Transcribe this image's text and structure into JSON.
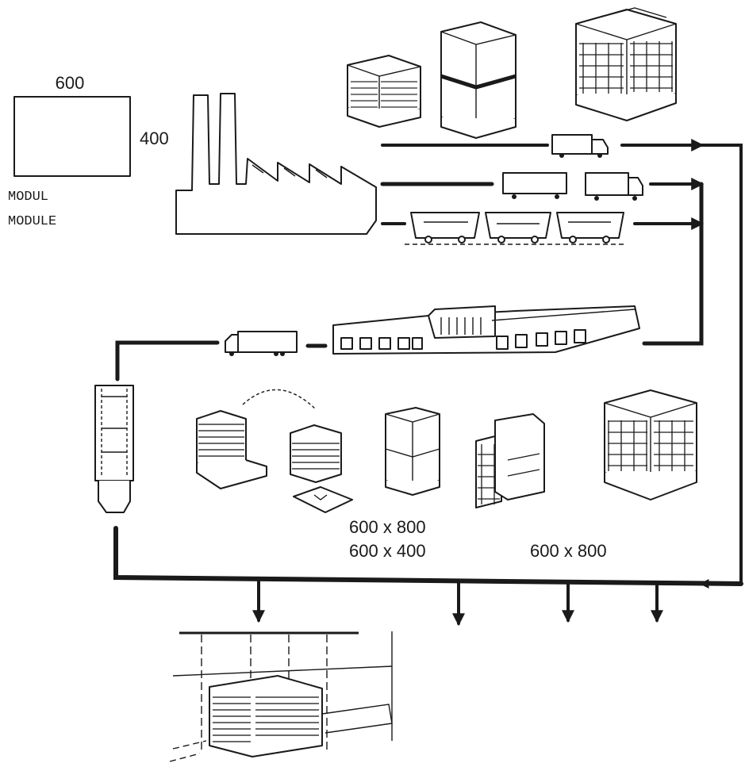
{
  "module": {
    "width_label": "600",
    "height_label": "400",
    "caption_line1": "MODUL",
    "caption_line2": "MODULE"
  },
  "sizes": {
    "combo_line1": "600 x 800",
    "combo_line2": "600 x 400",
    "single": "600 x 800"
  },
  "colors": {
    "ink": "#1a1a1a",
    "paper": "#ffffff"
  }
}
